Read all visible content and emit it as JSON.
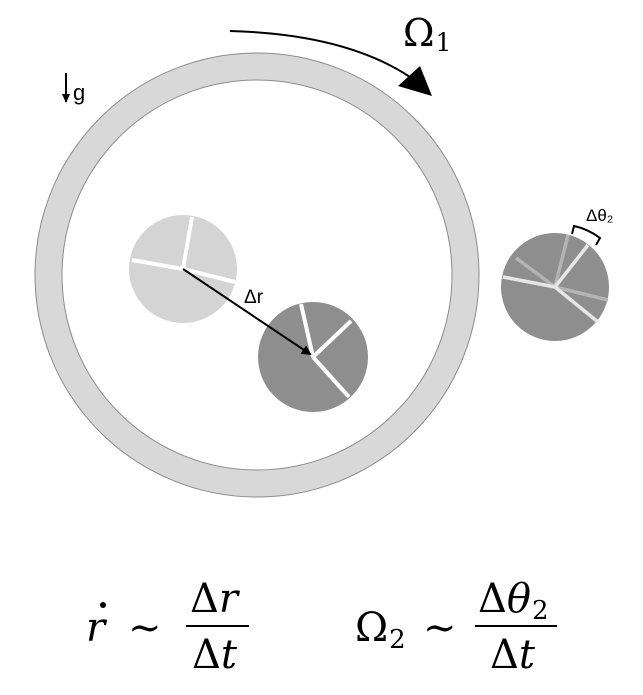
{
  "labels": {
    "omega1_symbol": "Ω",
    "omega1_sub": "1",
    "gravity": "g",
    "delta_r": "Δr",
    "delta_theta2": "Δθ₂"
  },
  "equations": {
    "left": {
      "lhs_var": "r",
      "relation": "∼",
      "num_delta": "Δ",
      "num_var": "r",
      "den_delta": "Δ",
      "den_var": "t"
    },
    "right": {
      "lhs_symbol": "Ω",
      "lhs_sub": "2",
      "relation": "∼",
      "num_delta": "Δ",
      "num_var": "θ",
      "num_sub": "2",
      "den_delta": "Δ",
      "den_var": "t"
    }
  },
  "colors": {
    "drum": "#d8d8d8",
    "drum_outline": "#8c8c8c",
    "light_disk": "#d4d4d4",
    "dark_disk": "#8e8e8e",
    "spoke": "#ffffff",
    "arrow": "#000000"
  }
}
